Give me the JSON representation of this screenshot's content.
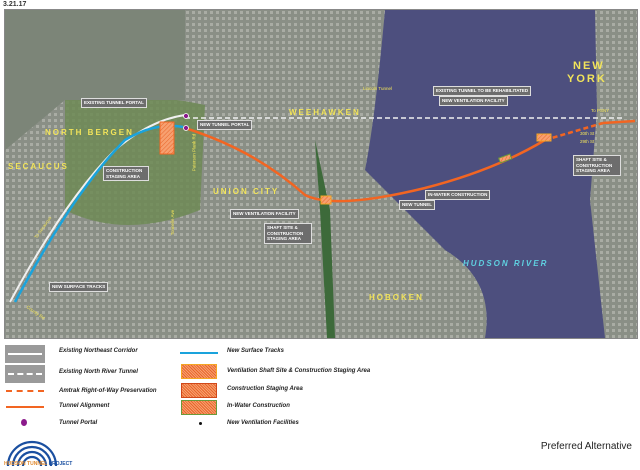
{
  "date": "3.21.17",
  "places": {
    "north_bergen": "NORTH BERGEN",
    "secaucus": "SECAUCUS",
    "weehawken": "WEEHAWKEN",
    "union_city": "UNION CITY",
    "hoboken": "HOBOKEN",
    "hudson_river": "HUDSON RIVER",
    "new": "NEW",
    "york": "YORK"
  },
  "callouts": {
    "existing_portal": "Existing Tunnel Portal",
    "new_portal": "New Tunnel Portal",
    "staging_nj": "Construction Staging Area",
    "vent_nj": "New Ventilation Facility",
    "shaft_nj": "Shaft Site & Construction Staging Area",
    "new_tunnel": "New Tunnel",
    "in_water": "In-Water Construction",
    "rehab": "Existing Tunnel to be Rehabilitated",
    "vent_ny": "New Ventilation Facility",
    "shaft_ny": "Shaft Site & Construction Staging Area",
    "surface": "New Surface Tracks"
  },
  "streets": {
    "lincoln": "Lincoln Tunnel",
    "psny": "To PSNY",
    "st30": "30th St",
    "st29": "29th St",
    "secaucus": "To Secaucus",
    "county": "County Rd",
    "tonnelle": "Tonnelle Ave",
    "paterson": "Paterson Plank Rd"
  },
  "legend": {
    "items": [
      "Existing Northeast Corridor",
      "Existing North River Tunnel",
      "Amtrak Right-of-Way Preservation",
      "Tunnel Alignment",
      "Tunnel Portal",
      "New Surface Tracks",
      "Ventilation Shaft Site & Construction Staging Area",
      "Construction Staging Area",
      "In-Water Construction",
      "New Ventilation Facilities"
    ]
  },
  "footer": {
    "title": "Preferred Alternative",
    "logo_a": "HUDSON TUNNEL",
    "logo_b": " PROJECT"
  },
  "colors": {
    "tunnel": "#f26522",
    "surface": "#1aa3dc",
    "portal": "#8b1a8b",
    "label": "#f2e45a",
    "river": "#4d4f7e"
  }
}
